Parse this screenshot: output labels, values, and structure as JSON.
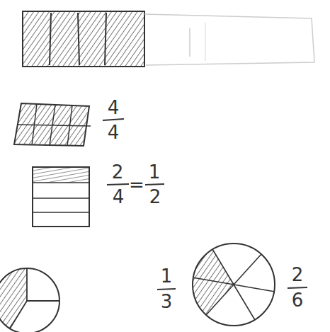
{
  "diagram": {
    "labels": [
      "4",
      "4",
      "2",
      "4",
      "=",
      "1",
      "2",
      "1",
      "3",
      "2",
      "6"
    ]
  }
}
